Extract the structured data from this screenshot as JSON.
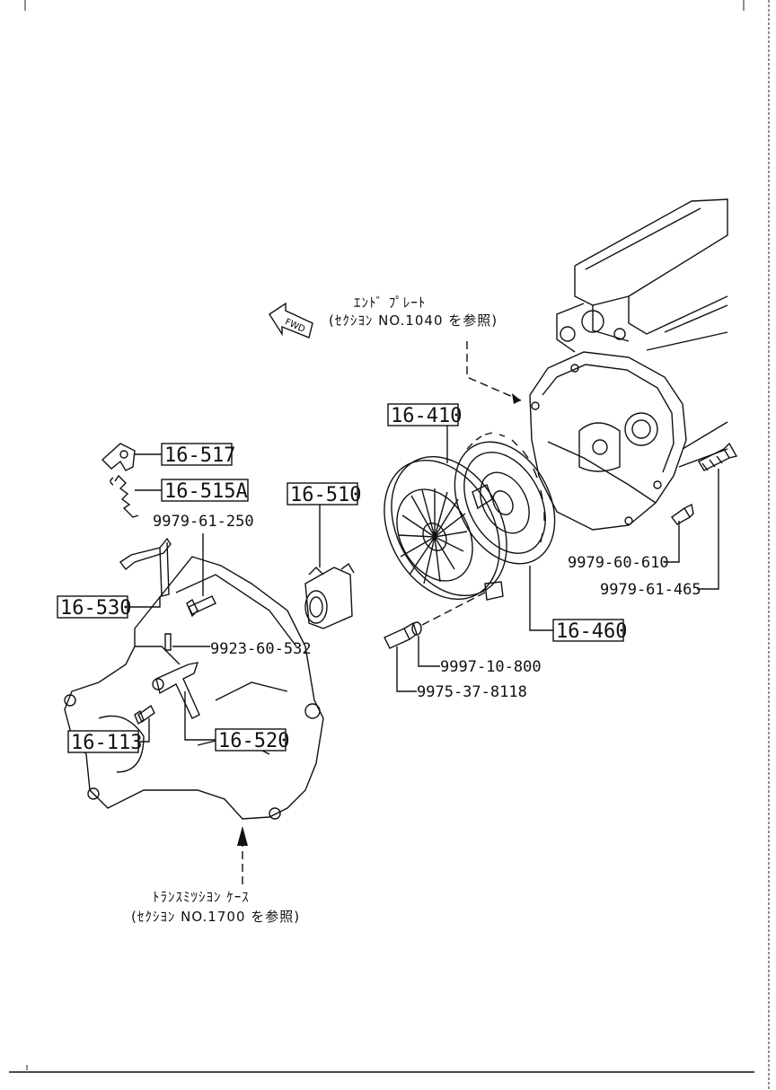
{
  "part_boxes": {
    "p16_410": "16-410",
    "p16_517": "16-517",
    "p16_515a": "16-515A",
    "p16_510": "16-510",
    "p16_530": "16-530",
    "p16_460": "16-460",
    "p16_113": "16-113",
    "p16_520": "16-520"
  },
  "bolt_numbers": {
    "b9979_61_250": "9979-61-250",
    "b9923_60_532": "9923-60-532",
    "b9979_60_610": "9979-60-610",
    "b9979_61_465": "9979-61-465",
    "b9997_10_800": "9997-10-800",
    "b9975_37_8118": "9975-37-8118"
  },
  "notes": {
    "end_plate_line1": "ｴﾝﾄﾞ ﾌﾟﾚｰﾄ",
    "end_plate_line2": "(ｾｸｼﾖﾝ NO.1040 を参照)",
    "case_line1": "ﾄﾗﾝｽﾐﾂｼﾖﾝ ｹｰｽ",
    "case_line2": "(ｾｸｼﾖﾝ NO.1700 を参照)"
  },
  "direction_badge": "FWD",
  "icons": [
    "fwd-arrow-icon"
  ]
}
